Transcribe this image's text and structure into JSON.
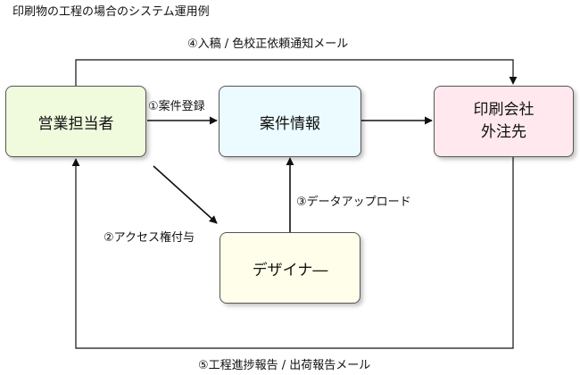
{
  "title": "印刷物の工程の場合のシステム運用例",
  "nodes": {
    "sales": {
      "label": "営業担当者",
      "color": "#f0fadc"
    },
    "case": {
      "label": "案件情報",
      "color": "#ebfbff"
    },
    "printer": {
      "label_line1": "印刷会社",
      "label_line2": "外注先",
      "color": "#ffe9ee"
    },
    "designer": {
      "label": "デザイナ―",
      "color": "#fefeea"
    }
  },
  "edges": {
    "e1": "①案件登録",
    "e2": "②アクセス権付与",
    "e3": "③データアップロード",
    "e4": "④入稿 / 色校正依頼通知メール",
    "e5": "⑤工程進捗報告 / 出荷報告メール"
  }
}
